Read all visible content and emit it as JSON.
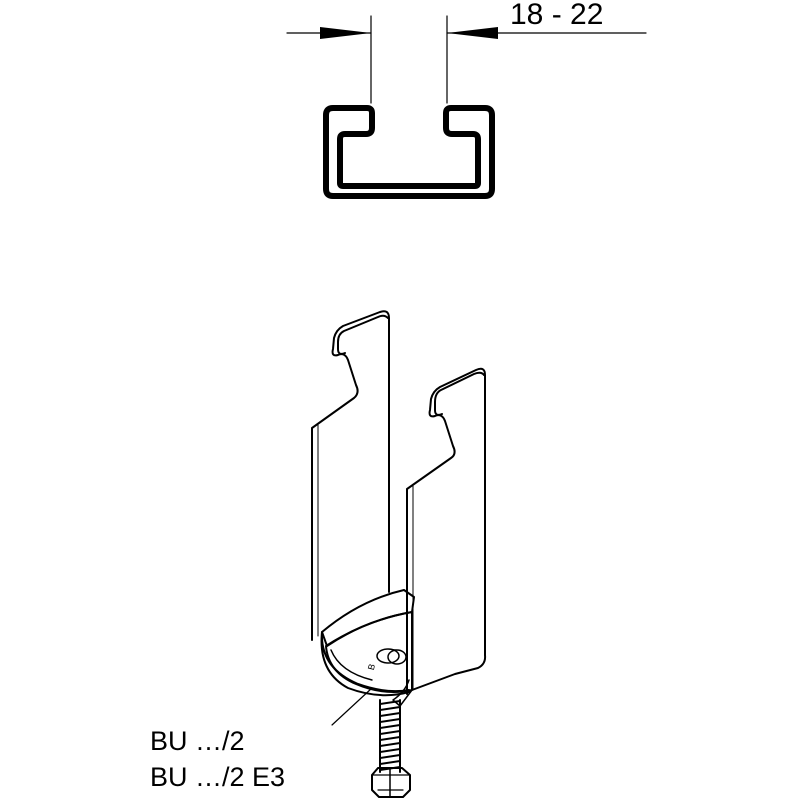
{
  "dimension": {
    "text": "18 - 22"
  },
  "labels": [
    {
      "text": "BU …/2"
    },
    {
      "text": "BU …/2 E3"
    }
  ],
  "colors": {
    "ink": "#000000",
    "background": "#ffffff",
    "shade": "#eeeeee"
  }
}
